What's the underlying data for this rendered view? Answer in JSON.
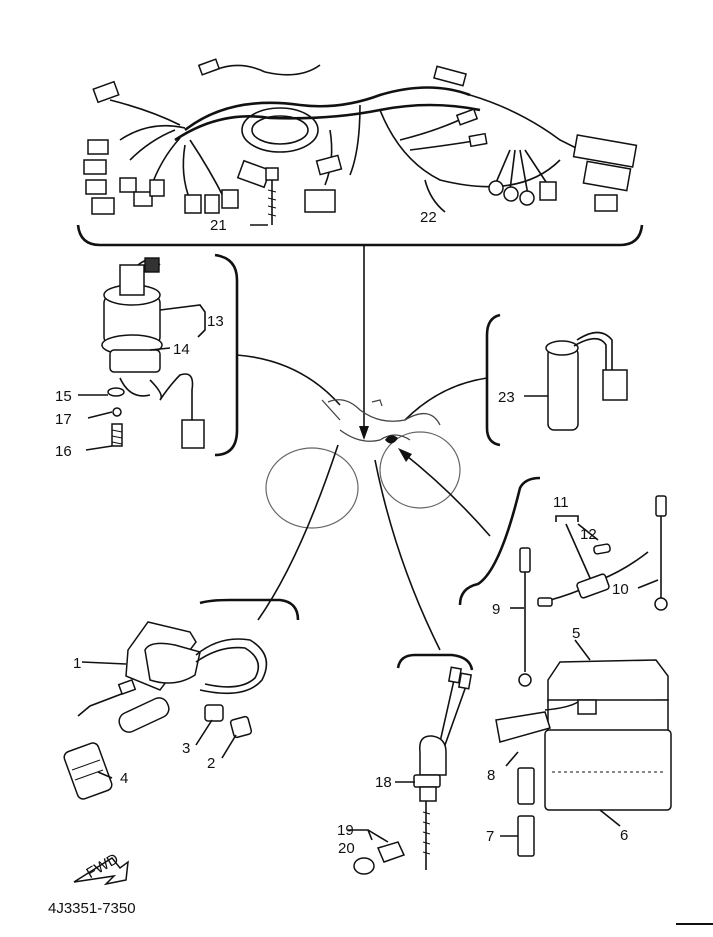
{
  "diagram": {
    "callouts": {
      "p1": "1",
      "p2": "2",
      "p3": "3",
      "p4": "4",
      "p5": "5",
      "p6": "6",
      "p7": "7",
      "p8": "8",
      "p9": "9",
      "p10": "10",
      "p11": "11",
      "p12": "12",
      "p13": "13",
      "p14": "14",
      "p15": "15",
      "p16": "16",
      "p17": "17",
      "p18": "18",
      "p19": "19",
      "p20": "20",
      "p21": "21",
      "p22": "22",
      "p23": "23"
    },
    "fwd_label": "FWD",
    "drawing_code": "4J3351-7350"
  }
}
